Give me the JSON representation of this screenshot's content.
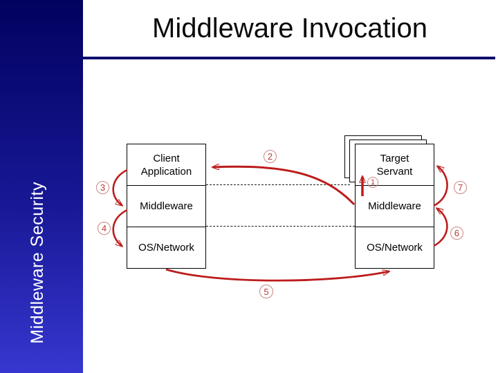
{
  "slide": {
    "title": "Middleware Invocation",
    "sidebar_label": "Middleware Security"
  },
  "diagram": {
    "left_stack": {
      "rows": [
        "Client Application",
        "Middleware",
        "OS/Network"
      ]
    },
    "right_stack": {
      "rows": [
        "Target Servant",
        "Middleware",
        "OS/Network"
      ]
    },
    "steps": [
      "1",
      "2",
      "3",
      "4",
      "5",
      "6",
      "7"
    ]
  },
  "colors": {
    "arrow-red": "#bc1c1c",
    "step-circle": "#cc8585",
    "step-text": "#b33c3c",
    "rule-navy": "#0d0d6e",
    "sidebar-top": "#010160",
    "sidebar-bottom": "#3637cf"
  }
}
